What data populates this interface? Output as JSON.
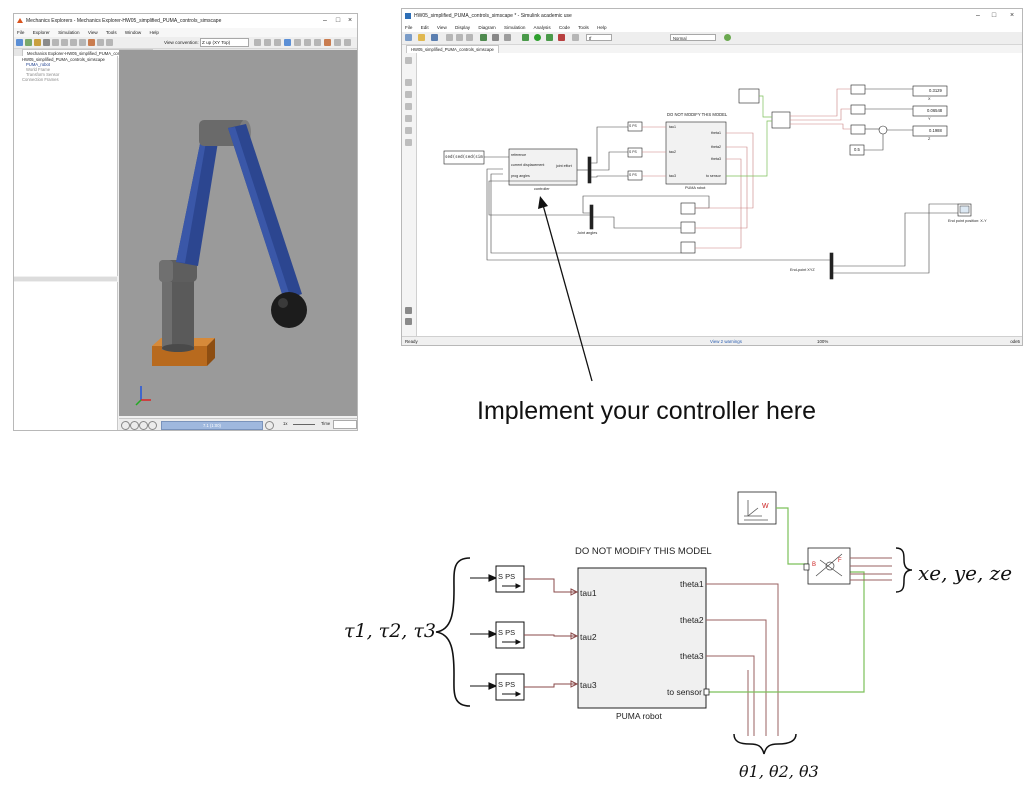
{
  "mechanics_window": {
    "title": "Mechanics Explorers - Mechanics Explorer-HW05_simplified_PUMA_controls_simscape",
    "menu": [
      "File",
      "Explorer",
      "Simulation",
      "View",
      "Tools",
      "Window",
      "Help"
    ],
    "view_convention_label": "View convention:",
    "view_convention_value": "Z up (XY Top)",
    "tab_label": "Mechanics Explorer-HW05_simplified_PUMA_controls_simscape",
    "tree": [
      "HW05_simplified_PUMA_controls_simscape",
      "PUMA_robot",
      "World Frame",
      "Transform Sensor",
      "Connection Frames"
    ],
    "playback_time": "7.1 (1:00)",
    "speed_value": "1x",
    "time_label": "Time"
  },
  "simulink_window": {
    "title": "HW05_simplified_PUMA_controls_simscape * - Simulink academic use",
    "menu": [
      "File",
      "Edit",
      "View",
      "Display",
      "Diagram",
      "Simulation",
      "Analysis",
      "Code",
      "Tools",
      "Help"
    ],
    "stop_time": "tf",
    "sim_mode": "Normal",
    "model_tab": "HW05_simplified_PUMA_controls_simscape",
    "status_left": "Ready",
    "status_center": "View 2 warnings",
    "status_zoom": "100%",
    "status_solver": "ode5",
    "reference_expr": "sed(sed(sed(sim",
    "controller_ports_in": [
      "reference",
      "current displacement",
      "prog angles"
    ],
    "controller_port_out": "joint effort",
    "controller_label": "controller",
    "do_not_modify": "DO NOT MODIFY THIS MODEL",
    "robot_ports_in": [
      "tau1",
      "tau2",
      "tau3"
    ],
    "robot_ports_out": [
      "theta1",
      "theta2",
      "theta3",
      "to sensor"
    ],
    "robot_label": "PUMA robot",
    "display_values": [
      "0.3129",
      "0.06548",
      "0.1988"
    ],
    "display_labels": [
      "X",
      "Y",
      "Z"
    ],
    "constant_value": "0.5",
    "joint_angles_label": "Joint angles",
    "end_point_xyz_label": "End-point XYZ",
    "scope_label": "End point position: X-Y"
  },
  "caption": "Implement your controller here",
  "detail_diagram": {
    "do_not_modify": "DO NOT MODIFY THIS MODEL",
    "sps_label": "S PS",
    "robot_ports_in": [
      "tau1",
      "tau2",
      "tau3"
    ],
    "robot_ports_out": [
      "theta1",
      "theta2",
      "theta3",
      "to sensor"
    ],
    "robot_label": "PUMA robot",
    "tau_label": "τ1, τ2, τ3",
    "theta_label": "θ1, θ2, θ3",
    "xyz_label": "xe, ye, ze"
  },
  "colors": {
    "robot_blue": "#2c4690",
    "robot_gray": "#6e6e6e",
    "base_orange": "#b86a1e",
    "viewport_gray": "#9a9a9a",
    "signal_dark_red": "#8a4a4a",
    "signal_green": "#7cc05a",
    "connection_pink": "#d8a0a0"
  }
}
